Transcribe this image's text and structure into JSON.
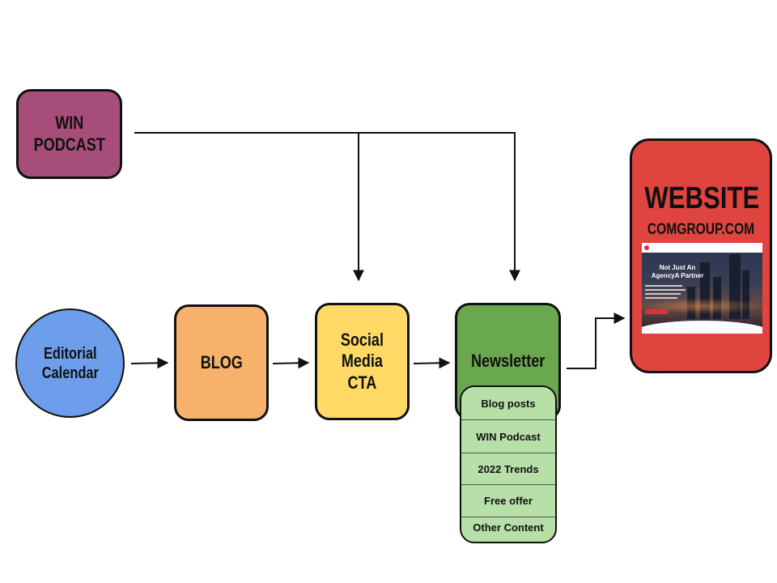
{
  "nodes": {
    "podcast": {
      "lines": [
        "WIN",
        "PODCAST"
      ],
      "color": "#a64d79"
    },
    "calendar": {
      "lines": [
        "Editorial",
        "Calendar"
      ],
      "color": "#6d9eeb"
    },
    "blog": {
      "lines": [
        "BLOG"
      ],
      "color": "#f6b26b"
    },
    "social": {
      "lines": [
        "Social",
        "Media",
        "CTA"
      ],
      "color": "#ffd966"
    },
    "newsletter": {
      "lines": [
        "Newsletter"
      ],
      "color": "#6aa84f"
    },
    "website": {
      "title": "WEBSITE",
      "domain": "COMGROUP.COM",
      "color": "#e0443f"
    }
  },
  "newsletter_contents": [
    "Blog posts",
    "WIN Podcast",
    "2022 Trends",
    "Free offer",
    "Other Content"
  ],
  "website_thumbnail": {
    "headline_lines": [
      "Not Just An",
      "AgencyA Partner"
    ]
  },
  "edges": [
    {
      "from": "calendar",
      "to": "blog"
    },
    {
      "from": "blog",
      "to": "social"
    },
    {
      "from": "social",
      "to": "newsletter"
    },
    {
      "from": "newsletter",
      "to": "website"
    },
    {
      "from": "podcast",
      "to": "social"
    },
    {
      "from": "podcast",
      "to": "newsletter"
    }
  ],
  "colors": {
    "stroke": "#111111",
    "sublist_fill": "#b7dfa8"
  }
}
